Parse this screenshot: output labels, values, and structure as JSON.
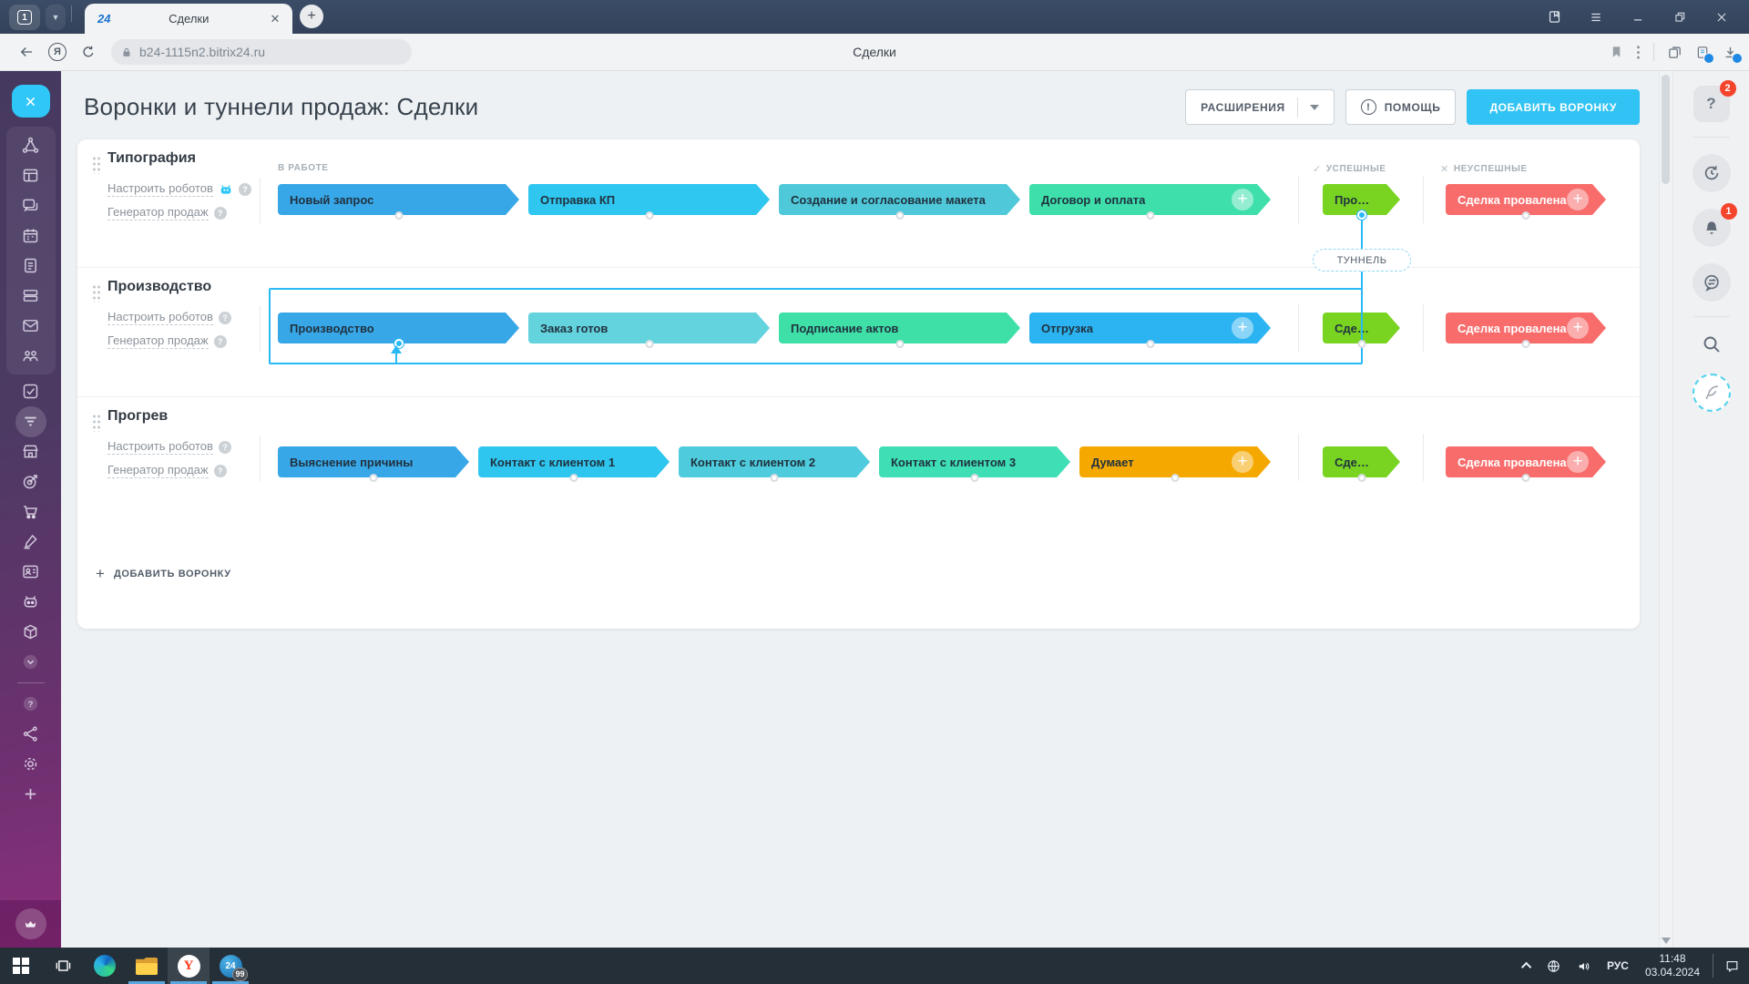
{
  "browser": {
    "tab_group_count": "1",
    "tab": {
      "favicon_text": "24",
      "title": "Сделки"
    },
    "url": "b24-1115n2.bitrix24.ru",
    "page_title_center": "Сделки"
  },
  "header": {
    "title": "Воронки и туннели продаж: Сделки",
    "extensions_button": "РАСШИРЕНИЯ",
    "help_button": "ПОМОЩЬ",
    "add_funnel_button": "ДОБАВИТЬ ВОРОНКУ"
  },
  "columns": {
    "in_progress": "В РАБОТЕ",
    "success": "УСПЕШНЫЕ",
    "fail": "НЕУСПЕШНЫЕ"
  },
  "tunnel_label": "ТУННЕЛЬ",
  "add_funnel_link": "ДОБАВИТЬ ВОРОНКУ",
  "colors": {
    "accent_cyan": "#31c3f3",
    "tunnel_blue": "#29b9f7",
    "badge_red": "#f4452c",
    "success_green": "#79d422",
    "fail_red": "#f86c6c"
  },
  "funnels": [
    {
      "name": "Типография",
      "robots_link": "Настроить роботов",
      "generator_link": "Генератор продаж",
      "has_robot_icon": true,
      "stages": [
        {
          "label": "Новый запрос",
          "color": "#38a7e8"
        },
        {
          "label": "Отправка КП",
          "color": "#2fc6f0"
        },
        {
          "label": "Создание и согласование макета",
          "color": "#4fc9da"
        },
        {
          "label": "Договор и оплата",
          "color": "#3edfab",
          "plus": true
        }
      ],
      "success": {
        "label": "Произв...",
        "color": "#79d422",
        "tunnel_dot": true
      },
      "fail": {
        "label": "Сделка провалена",
        "color": "#f86c6c",
        "plus": true,
        "white_text": true
      }
    },
    {
      "name": "Производство",
      "robots_link": "Настроить роботов",
      "generator_link": "Генератор продаж",
      "has_robot_icon": false,
      "stages": [
        {
          "label": "Производство",
          "color": "#38a7e8",
          "tunnel_dot": true
        },
        {
          "label": "Заказ готов",
          "color": "#63d3de"
        },
        {
          "label": "Подписание актов",
          "color": "#3fe0a8"
        },
        {
          "label": "Отгрузка",
          "color": "#2cb3f2",
          "plus": true
        }
      ],
      "success": {
        "label": "Сделка ...",
        "color": "#79d422"
      },
      "fail": {
        "label": "Сделка провалена",
        "color": "#f86c6c",
        "plus": true,
        "white_text": true
      }
    },
    {
      "name": "Прогрев",
      "robots_link": "Настроить роботов",
      "generator_link": "Генератор продаж",
      "has_robot_icon": false,
      "stages": [
        {
          "label": "Выяснение причины",
          "color": "#38a7e8"
        },
        {
          "label": "Контакт с клиентом 1",
          "color": "#2ec6ef"
        },
        {
          "label": "Контакт с клиентом 2",
          "color": "#4ecbdc"
        },
        {
          "label": "Контакт с клиентом 3",
          "color": "#3edfb5"
        },
        {
          "label": "Думает",
          "color": "#f5a800",
          "plus": true
        }
      ],
      "success": {
        "label": "Сделка ...",
        "color": "#79d422"
      },
      "fail": {
        "label": "Сделка провалена",
        "color": "#f86c6c",
        "plus": true,
        "white_text": true
      }
    }
  ],
  "left_sidebar": {
    "group": [
      {
        "icon": "feed",
        "name": "feed"
      },
      {
        "icon": "kanban",
        "name": "workspace"
      },
      {
        "icon": "chat",
        "name": "messenger"
      },
      {
        "icon": "calendar",
        "name": "calendar"
      },
      {
        "icon": "document",
        "name": "documents"
      },
      {
        "icon": "drive",
        "name": "drive"
      },
      {
        "icon": "mail",
        "name": "mail"
      },
      {
        "icon": "users",
        "name": "groups"
      }
    ],
    "items": [
      {
        "icon": "tasks",
        "name": "tasks"
      },
      {
        "icon": "funnel",
        "name": "crm",
        "active": true
      },
      {
        "icon": "store",
        "name": "store"
      },
      {
        "icon": "target",
        "name": "marketing"
      },
      {
        "icon": "cart",
        "name": "sales"
      },
      {
        "icon": "sign",
        "name": "sign"
      },
      {
        "icon": "contacts",
        "name": "contact-center"
      },
      {
        "icon": "robot",
        "name": "automation"
      },
      {
        "icon": "cube",
        "name": "applications"
      },
      {
        "icon": "chevcircle",
        "name": "more"
      }
    ],
    "footer": [
      {
        "icon": "help",
        "name": "support"
      },
      {
        "icon": "sharenodes",
        "name": "invite"
      },
      {
        "icon": "gear",
        "name": "settings"
      },
      {
        "icon": "plus",
        "name": "add"
      }
    ]
  },
  "right_sidebar": {
    "help_badge": "2",
    "bell_badge": "1"
  },
  "taskbar": {
    "time": "11:48",
    "date": "03.04.2024",
    "lang": "РУС",
    "bitrix_badge": "99",
    "bitrix_label": "24"
  }
}
